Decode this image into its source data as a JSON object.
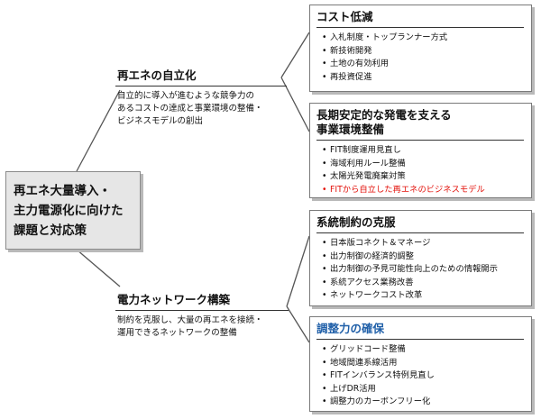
{
  "root": {
    "title": "再エネ大量導入・\n主力電源化に向けた\n課題と対応策"
  },
  "branches": [
    {
      "title": "再エネの自立化",
      "description": "自立的に導入が進むような競争力の\nあるコストの達成と事業環境の整備・\nビジネスモデルの創出",
      "children": [
        {
          "title": "コスト低減",
          "title_color": "default",
          "items": [
            {
              "text": "入札制度・トップランナー方式",
              "highlight": false
            },
            {
              "text": "新技術開発",
              "highlight": false
            },
            {
              "text": "土地の有効利用",
              "highlight": false
            },
            {
              "text": "再投資促進",
              "highlight": false
            }
          ]
        },
        {
          "title": "長期安定的な発電を支える\n事業環境整備",
          "title_color": "default",
          "items": [
            {
              "text": "FIT制度運用見直し",
              "highlight": false
            },
            {
              "text": "海域利用ルール整備",
              "highlight": false
            },
            {
              "text": "太陽光発電廃棄対策",
              "highlight": false
            },
            {
              "text": "FITから自立した再エネのビジネスモデル",
              "highlight": true
            }
          ]
        }
      ]
    },
    {
      "title": "電力ネットワーク構築",
      "description": "制約を克服し、大量の再エネを接続・\n運用できるネットワークの整備",
      "children": [
        {
          "title": "系統制約の克服",
          "title_color": "default",
          "items": [
            {
              "text": "日本版コネクト＆マネージ",
              "highlight": false
            },
            {
              "text": "出力制御の経済的調整",
              "highlight": false
            },
            {
              "text": "出力制御の予見可能性向上のための情報開示",
              "highlight": false
            },
            {
              "text": "系統アクセス業務改善",
              "highlight": false
            },
            {
              "text": "ネットワークコスト改革",
              "highlight": false
            }
          ]
        },
        {
          "title": "調整力の確保",
          "title_color": "#1f5fa8",
          "items": [
            {
              "text": "グリッドコード整備",
              "highlight": false
            },
            {
              "text": "地域間連系線活用",
              "highlight": false
            },
            {
              "text": "FITインバランス特例見直し",
              "highlight": false
            },
            {
              "text": "上げDR活用",
              "highlight": false
            },
            {
              "text": "調整力のカーボンフリー化",
              "highlight": false
            }
          ]
        }
      ]
    }
  ],
  "bullet": "•",
  "colors": {
    "line": "#555555",
    "root_fill": "#e6e6e6",
    "highlight": "#e3120b",
    "blue_title": "#1f5fa8",
    "shadow": "#b9b9b9"
  }
}
